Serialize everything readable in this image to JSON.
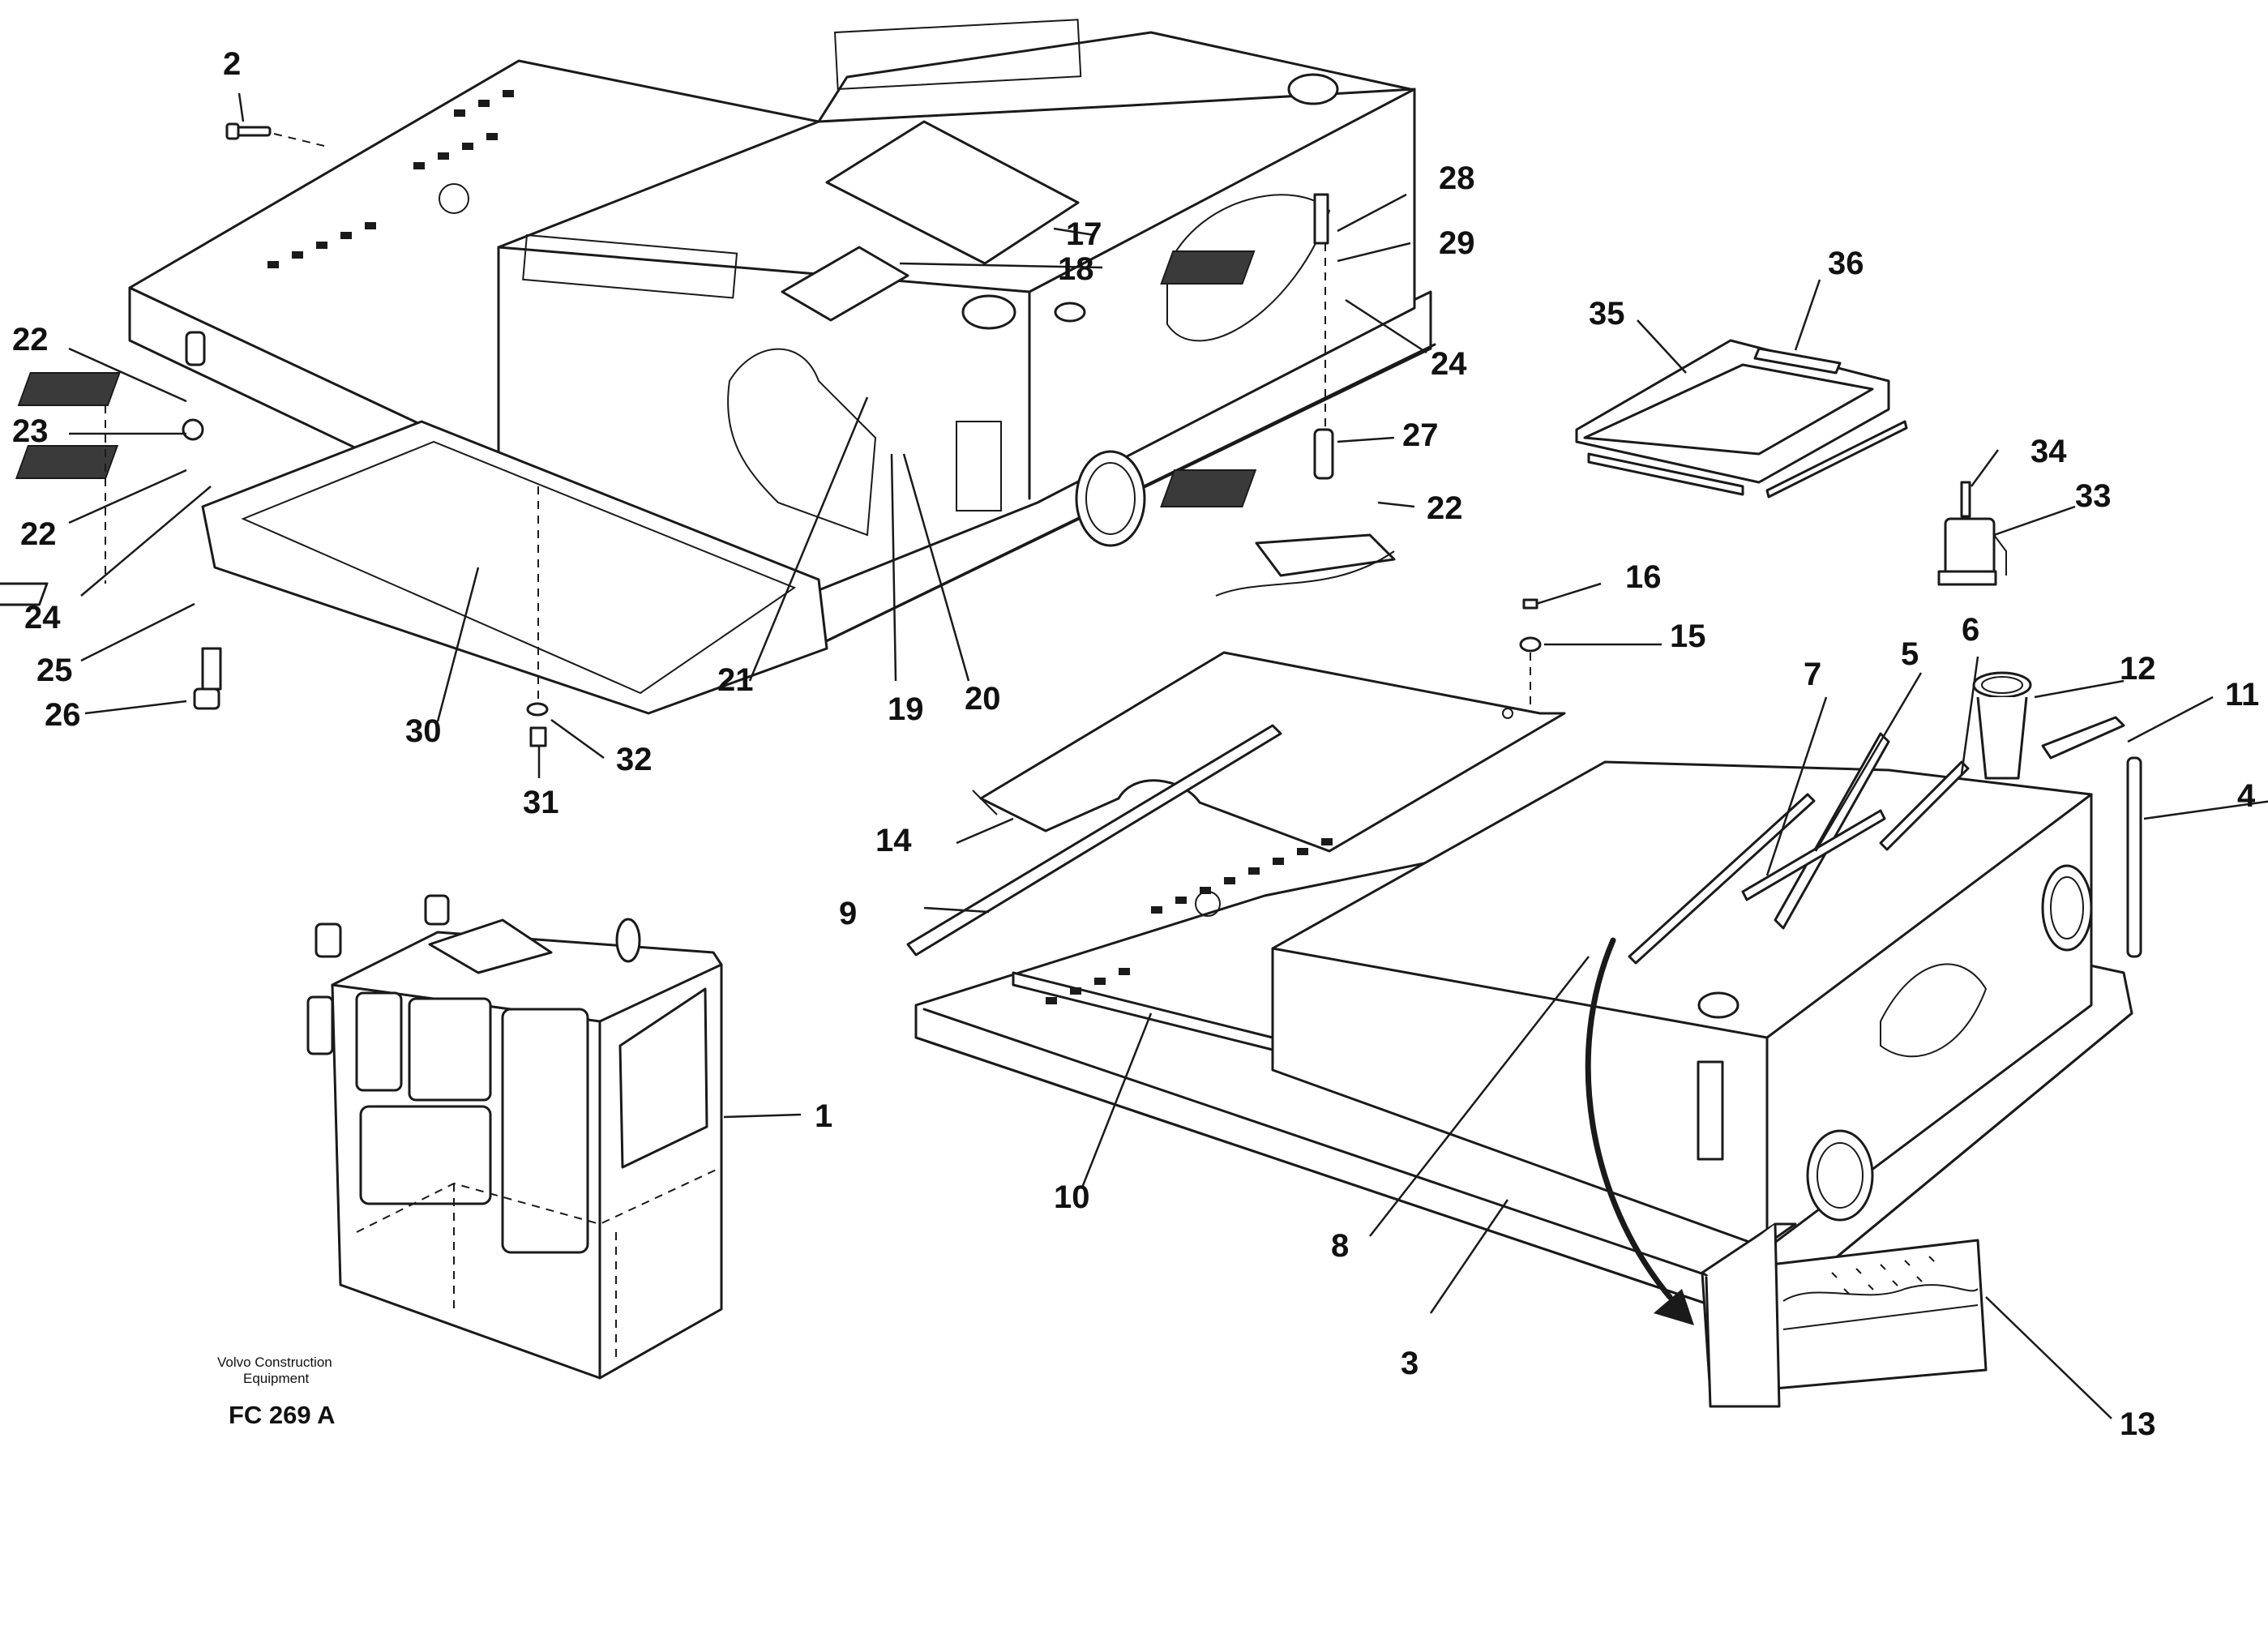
{
  "callouts": [
    {
      "id": "2",
      "text": "2"
    },
    {
      "id": "17",
      "text": "17"
    },
    {
      "id": "18",
      "text": "18"
    },
    {
      "id": "28",
      "text": "28"
    },
    {
      "id": "29",
      "text": "29"
    },
    {
      "id": "24a",
      "text": "24"
    },
    {
      "id": "22a",
      "text": "22"
    },
    {
      "id": "23",
      "text": "23"
    },
    {
      "id": "22b",
      "text": "22"
    },
    {
      "id": "24b",
      "text": "24"
    },
    {
      "id": "25",
      "text": "25"
    },
    {
      "id": "26",
      "text": "26"
    },
    {
      "id": "30",
      "text": "30"
    },
    {
      "id": "21",
      "text": "21"
    },
    {
      "id": "19",
      "text": "19"
    },
    {
      "id": "20",
      "text": "20"
    },
    {
      "id": "31",
      "text": "31"
    },
    {
      "id": "32",
      "text": "32"
    },
    {
      "id": "27",
      "text": "27"
    },
    {
      "id": "22c",
      "text": "22"
    },
    {
      "id": "35",
      "text": "35"
    },
    {
      "id": "36",
      "text": "36"
    },
    {
      "id": "34",
      "text": "34"
    },
    {
      "id": "33",
      "text": "33"
    },
    {
      "id": "16",
      "text": "16"
    },
    {
      "id": "15",
      "text": "15"
    },
    {
      "id": "7",
      "text": "7"
    },
    {
      "id": "5",
      "text": "5"
    },
    {
      "id": "6",
      "text": "6"
    },
    {
      "id": "12",
      "text": "12"
    },
    {
      "id": "11",
      "text": "11"
    },
    {
      "id": "4",
      "text": "4"
    },
    {
      "id": "14",
      "text": "14"
    },
    {
      "id": "9",
      "text": "9"
    },
    {
      "id": "1",
      "text": "1"
    },
    {
      "id": "10",
      "text": "10"
    },
    {
      "id": "8",
      "text": "8"
    },
    {
      "id": "3",
      "text": "3"
    },
    {
      "id": "13",
      "text": "13"
    }
  ],
  "caption": {
    "line1": "Volvo Construction",
    "line2": "Equipment",
    "code": "FC 269 A"
  }
}
